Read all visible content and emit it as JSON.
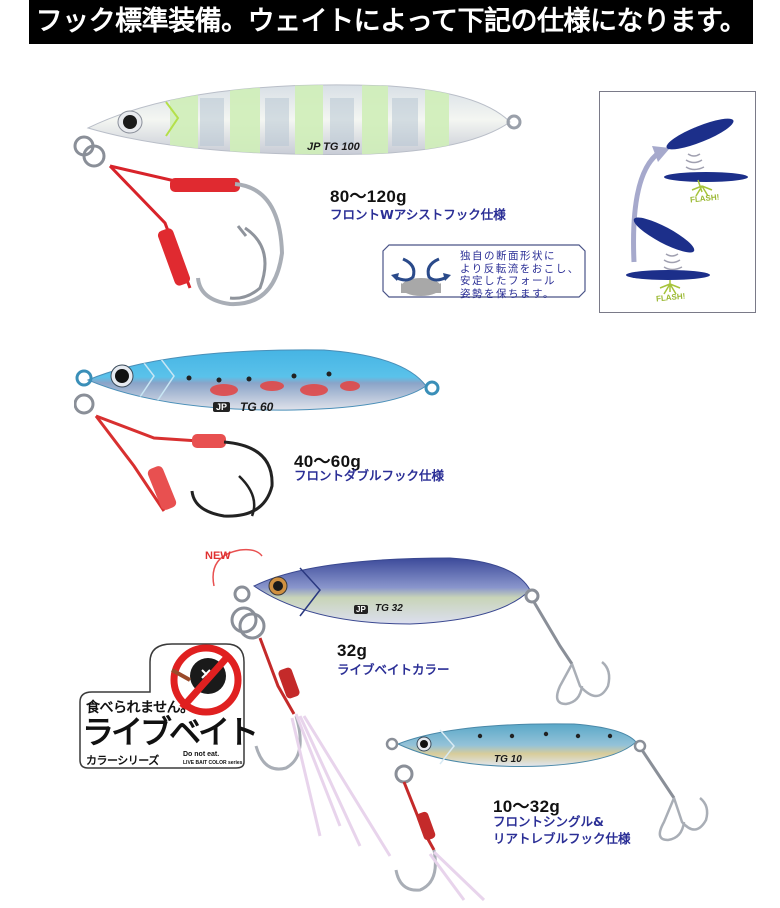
{
  "header": {
    "title": "フック標準装備。ウェイトによって下記の仕様になります。"
  },
  "jigs": [
    {
      "model_mark": "JP TG 100",
      "weight": "80〜120g",
      "spec": "フロントWアシストフック仕様",
      "color_theme": "glow-zebra",
      "colors": {
        "body": "#e6f3da",
        "stripe": "#c6eab0",
        "assist": "#e0262c"
      }
    },
    {
      "model_mark_prefix": "JP",
      "model_mark": "TG 60",
      "weight": "40〜60g",
      "spec": "フロントダブルフック仕様",
      "color_theme": "blue-sardine",
      "colors": {
        "back": "#3aa8d8",
        "belly": "#d8dce8",
        "accent": "#e03a3a",
        "assist": "#e04848"
      }
    },
    {
      "badge": "NEW",
      "model_mark_prefix": "JP",
      "model_mark": "TG 32",
      "weight": "32g",
      "spec": "ライブベイトカラー",
      "color_theme": "live-bait-mackerel",
      "colors": {
        "back": "#3c4a9a",
        "belly": "#dcdff0"
      }
    },
    {
      "model_mark": "TG 10",
      "weight": "10〜32g",
      "spec_lines": [
        "フロントシングル&",
        "リアトレブルフック仕様"
      ],
      "color_theme": "pale-blue-sardine",
      "colors": {
        "back": "#5aa8c8",
        "belly": "#e0e6f0"
      }
    }
  ],
  "feature_box": {
    "icon": "counter-rotation-arrows-icon",
    "lines": [
      "独自の断面形状に",
      "より反転流をおこし、",
      "安定したフォール",
      "姿勢を保ちます。"
    ]
  },
  "flash_diagram": {
    "labels": [
      "FLASH!",
      "FLASH!"
    ],
    "colors": {
      "jig": "#1c2f8a",
      "arrow": "#a4a8cc",
      "flash": "#a6c43a"
    }
  },
  "live_bait_badge": {
    "line1": "食べられません。",
    "line2": "ライブベイト",
    "line3": "カラーシリーズ",
    "english_line1": "Do not eat.",
    "english_line2": "LIVE BAIT COLOR series"
  },
  "colors": {
    "banner_bg": "#000000",
    "banner_text": "#ffffff",
    "spec_text": "#2b2f96",
    "weight_text": "#111111"
  }
}
